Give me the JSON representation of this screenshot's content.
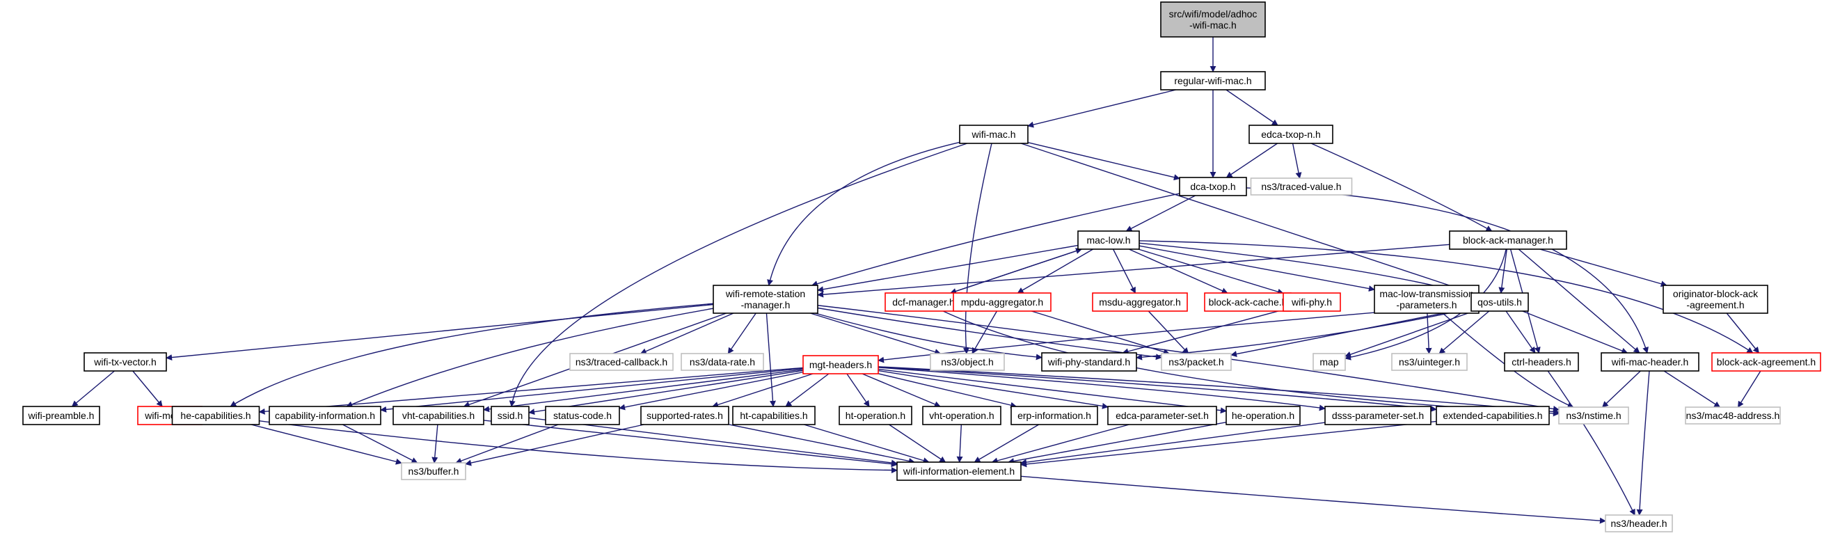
{
  "colors": {
    "edge": "#191970",
    "root_fill": "#bfbfbf",
    "normal": "#000000",
    "truncated": "#ff0000",
    "external": "#bfbfbf"
  },
  "nodes": [
    {
      "id": "root",
      "lines": [
        "src/wifi/model/adhoc",
        "-wifi-mac.h"
      ],
      "kind": "root"
    },
    {
      "id": "regular",
      "lines": [
        "regular-wifi-mac.h"
      ],
      "kind": "normal"
    },
    {
      "id": "wifimac",
      "lines": [
        "wifi-mac.h"
      ],
      "kind": "normal"
    },
    {
      "id": "edca",
      "lines": [
        "edca-txop-n.h"
      ],
      "kind": "normal"
    },
    {
      "id": "dca",
      "lines": [
        "dca-txop.h"
      ],
      "kind": "normal"
    },
    {
      "id": "traced_value",
      "lines": [
        "ns3/traced-value.h"
      ],
      "kind": "external"
    },
    {
      "id": "maclow",
      "lines": [
        "mac-low.h"
      ],
      "kind": "normal"
    },
    {
      "id": "bam",
      "lines": [
        "block-ack-manager.h"
      ],
      "kind": "normal"
    },
    {
      "id": "wrsm",
      "lines": [
        "wifi-remote-station",
        "-manager.h"
      ],
      "kind": "normal"
    },
    {
      "id": "dcf",
      "lines": [
        "dcf-manager.h"
      ],
      "kind": "truncated"
    },
    {
      "id": "mpdu",
      "lines": [
        "mpdu-aggregator.h"
      ],
      "kind": "truncated"
    },
    {
      "id": "msdu",
      "lines": [
        "msdu-aggregator.h"
      ],
      "kind": "truncated"
    },
    {
      "id": "bacache",
      "lines": [
        "block-ack-cache.h"
      ],
      "kind": "truncated"
    },
    {
      "id": "wifiphy",
      "lines": [
        "wifi-phy.h"
      ],
      "kind": "truncated"
    },
    {
      "id": "mltp",
      "lines": [
        "mac-low-transmission",
        "-parameters.h"
      ],
      "kind": "normal"
    },
    {
      "id": "qos",
      "lines": [
        "qos-utils.h"
      ],
      "kind": "normal"
    },
    {
      "id": "oba",
      "lines": [
        "originator-block-ack",
        "-agreement.h"
      ],
      "kind": "normal"
    },
    {
      "id": "txvec",
      "lines": [
        "wifi-tx-vector.h"
      ],
      "kind": "normal"
    },
    {
      "id": "tcb",
      "lines": [
        "ns3/traced-callback.h"
      ],
      "kind": "external"
    },
    {
      "id": "datarate",
      "lines": [
        "ns3/data-rate.h"
      ],
      "kind": "external"
    },
    {
      "id": "mgt",
      "lines": [
        "mgt-headers.h"
      ],
      "kind": "truncated"
    },
    {
      "id": "object",
      "lines": [
        "ns3/object.h"
      ],
      "kind": "external"
    },
    {
      "id": "phystd",
      "lines": [
        "wifi-phy-standard.h"
      ],
      "kind": "normal"
    },
    {
      "id": "packet",
      "lines": [
        "ns3/packet.h"
      ],
      "kind": "external"
    },
    {
      "id": "map",
      "lines": [
        "map"
      ],
      "kind": "external"
    },
    {
      "id": "uint",
      "lines": [
        "ns3/uinteger.h"
      ],
      "kind": "external"
    },
    {
      "id": "ctrl",
      "lines": [
        "ctrl-headers.h"
      ],
      "kind": "normal"
    },
    {
      "id": "wmh",
      "lines": [
        "wifi-mac-header.h"
      ],
      "kind": "normal"
    },
    {
      "id": "baa",
      "lines": [
        "block-ack-agreement.h"
      ],
      "kind": "truncated"
    },
    {
      "id": "preamble",
      "lines": [
        "wifi-preamble.h"
      ],
      "kind": "normal"
    },
    {
      "id": "wifimode",
      "lines": [
        "wifi-mode.h"
      ],
      "kind": "truncated"
    },
    {
      "id": "hecap",
      "lines": [
        "he-capabilities.h"
      ],
      "kind": "normal"
    },
    {
      "id": "capinfo",
      "lines": [
        "capability-information.h"
      ],
      "kind": "normal"
    },
    {
      "id": "vhtcap",
      "lines": [
        "vht-capabilities.h"
      ],
      "kind": "normal"
    },
    {
      "id": "ssid",
      "lines": [
        "ssid.h"
      ],
      "kind": "normal"
    },
    {
      "id": "status",
      "lines": [
        "status-code.h"
      ],
      "kind": "normal"
    },
    {
      "id": "suprates",
      "lines": [
        "supported-rates.h"
      ],
      "kind": "normal"
    },
    {
      "id": "htcap",
      "lines": [
        "ht-capabilities.h"
      ],
      "kind": "normal"
    },
    {
      "id": "htop",
      "lines": [
        "ht-operation.h"
      ],
      "kind": "normal"
    },
    {
      "id": "vhtop",
      "lines": [
        "vht-operation.h"
      ],
      "kind": "normal"
    },
    {
      "id": "erp",
      "lines": [
        "erp-information.h"
      ],
      "kind": "normal"
    },
    {
      "id": "edcaps",
      "lines": [
        "edca-parameter-set.h"
      ],
      "kind": "normal"
    },
    {
      "id": "heop",
      "lines": [
        "he-operation.h"
      ],
      "kind": "normal"
    },
    {
      "id": "dsss",
      "lines": [
        "dsss-parameter-set.h"
      ],
      "kind": "normal"
    },
    {
      "id": "extcap",
      "lines": [
        "extended-capabilities.h"
      ],
      "kind": "normal"
    },
    {
      "id": "nstime",
      "lines": [
        "ns3/nstime.h"
      ],
      "kind": "external"
    },
    {
      "id": "mac48",
      "lines": [
        "ns3/mac48-address.h"
      ],
      "kind": "external"
    },
    {
      "id": "buffer",
      "lines": [
        "ns3/buffer.h"
      ],
      "kind": "external"
    },
    {
      "id": "wie",
      "lines": [
        "wifi-information-element.h"
      ],
      "kind": "normal"
    },
    {
      "id": "header",
      "lines": [
        "ns3/header.h"
      ],
      "kind": "external"
    }
  ],
  "edges": [
    [
      "root",
      "regular"
    ],
    [
      "regular",
      "wifimac"
    ],
    [
      "regular",
      "edca"
    ],
    [
      "regular",
      "dca"
    ],
    [
      "wifimac",
      "dca"
    ],
    [
      "wifimac",
      "wrsm"
    ],
    [
      "wifimac",
      "qos"
    ],
    [
      "wifimac",
      "ssid"
    ],
    [
      "wifimac",
      "object"
    ],
    [
      "edca",
      "dca"
    ],
    [
      "edca",
      "traced_value"
    ],
    [
      "edca",
      "bam"
    ],
    [
      "dca",
      "maclow"
    ],
    [
      "dca",
      "wrsm"
    ],
    [
      "dca",
      "wmh"
    ],
    [
      "maclow",
      "wrsm"
    ],
    [
      "maclow",
      "dcf"
    ],
    [
      "maclow",
      "mpdu"
    ],
    [
      "maclow",
      "msdu"
    ],
    [
      "maclow",
      "bacache"
    ],
    [
      "maclow",
      "wifiphy"
    ],
    [
      "maclow",
      "mltp"
    ],
    [
      "maclow",
      "qos"
    ],
    [
      "maclow",
      "baa"
    ],
    [
      "dcf",
      "maclow"
    ],
    [
      "dcf",
      "nstime"
    ],
    [
      "bam",
      "wrsm"
    ],
    [
      "bam",
      "qos"
    ],
    [
      "bam",
      "oba"
    ],
    [
      "bam",
      "ctrl"
    ],
    [
      "bam",
      "wmh"
    ],
    [
      "bam",
      "map"
    ],
    [
      "wrsm",
      "txvec"
    ],
    [
      "wrsm",
      "tcb"
    ],
    [
      "wrsm",
      "datarate"
    ],
    [
      "wrsm",
      "object"
    ],
    [
      "wrsm",
      "phystd"
    ],
    [
      "wrsm",
      "packet"
    ],
    [
      "wrsm",
      "htcap"
    ],
    [
      "wrsm",
      "vhtcap"
    ],
    [
      "wrsm",
      "hecap"
    ],
    [
      "wrsm",
      "capinfo"
    ],
    [
      "wrsm",
      "nstime"
    ],
    [
      "mpdu",
      "object"
    ],
    [
      "mpdu",
      "packet"
    ],
    [
      "msdu",
      "packet"
    ],
    [
      "wifiphy",
      "phystd"
    ],
    [
      "mltp",
      "uint"
    ],
    [
      "mltp",
      "nstime"
    ],
    [
      "qos",
      "map"
    ],
    [
      "qos",
      "packet"
    ],
    [
      "qos",
      "uint"
    ],
    [
      "qos",
      "ctrl"
    ],
    [
      "qos",
      "wmh"
    ],
    [
      "qos",
      "phystd"
    ],
    [
      "qos",
      "mgt"
    ],
    [
      "oba",
      "baa"
    ],
    [
      "baa",
      "mac48"
    ],
    [
      "txvec",
      "preamble"
    ],
    [
      "txvec",
      "wifimode"
    ],
    [
      "mgt",
      "hecap"
    ],
    [
      "mgt",
      "capinfo"
    ],
    [
      "mgt",
      "vhtcap"
    ],
    [
      "mgt",
      "ssid"
    ],
    [
      "mgt",
      "status"
    ],
    [
      "mgt",
      "suprates"
    ],
    [
      "mgt",
      "htcap"
    ],
    [
      "mgt",
      "htop"
    ],
    [
      "mgt",
      "vhtop"
    ],
    [
      "mgt",
      "erp"
    ],
    [
      "mgt",
      "edcaps"
    ],
    [
      "mgt",
      "heop"
    ],
    [
      "mgt",
      "dsss"
    ],
    [
      "mgt",
      "extcap"
    ],
    [
      "mgt",
      "nstime"
    ],
    [
      "ctrl",
      "header"
    ],
    [
      "wmh",
      "mac48"
    ],
    [
      "wmh",
      "nstime"
    ],
    [
      "wmh",
      "header"
    ],
    [
      "hecap",
      "buffer"
    ],
    [
      "hecap",
      "wie"
    ],
    [
      "capinfo",
      "buffer"
    ],
    [
      "vhtcap",
      "buffer"
    ],
    [
      "vhtcap",
      "wie"
    ],
    [
      "ssid",
      "wie"
    ],
    [
      "status",
      "buffer"
    ],
    [
      "suprates",
      "buffer"
    ],
    [
      "suprates",
      "wie"
    ],
    [
      "htcap",
      "wie"
    ],
    [
      "htop",
      "wie"
    ],
    [
      "vhtop",
      "wie"
    ],
    [
      "erp",
      "wie"
    ],
    [
      "edcaps",
      "wie"
    ],
    [
      "heop",
      "wie"
    ],
    [
      "dsss",
      "wie"
    ],
    [
      "extcap",
      "wie"
    ],
    [
      "wie",
      "header"
    ]
  ]
}
